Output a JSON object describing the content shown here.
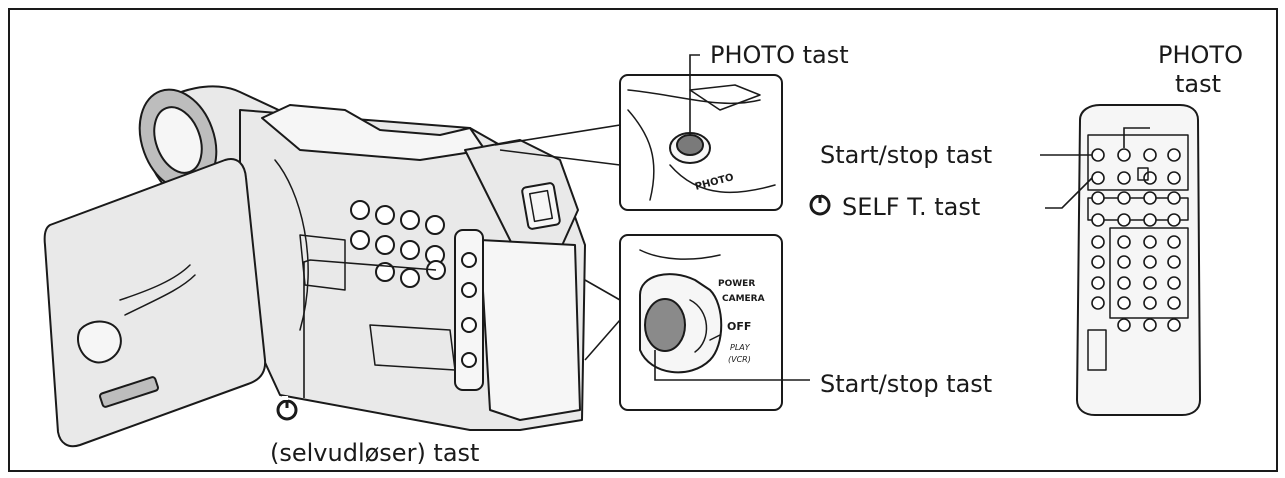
{
  "labels": {
    "camera_photo": "PHOTO tast",
    "remote_photo_line1": "PHOTO",
    "remote_photo_line2": "tast",
    "remote_start_stop": "Start/stop tast",
    "remote_self_timer": "SELF T. tast",
    "camera_start_stop": "Start/stop tast",
    "self_timer_line2": "(selvudløser) tast"
  },
  "inset_text": {
    "photo_button": "PHOTO",
    "power": "POWER",
    "camera": "CAMERA",
    "off": "OFF",
    "play": "PLAY",
    "vcr": "(VCR)"
  },
  "icons": [
    "self-timer-icon",
    "camcorder-illustration",
    "remote-control-illustration",
    "photo-button-inset",
    "power-switch-inset"
  ]
}
